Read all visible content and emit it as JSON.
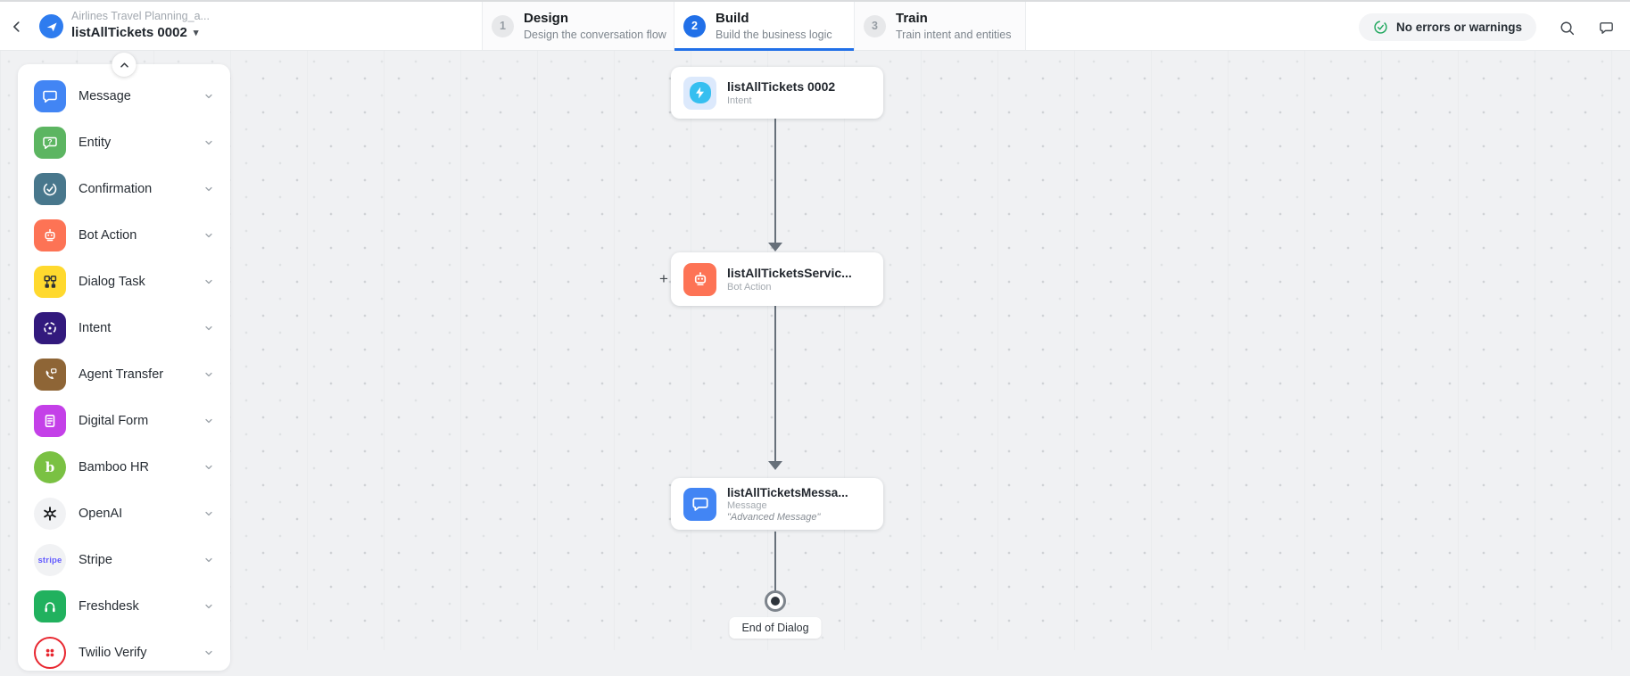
{
  "header": {
    "breadcrumb": "Airlines Travel Planning_a...",
    "title": "listAllTickets 0002",
    "status": "No errors or warnings",
    "tabs": [
      {
        "num": "1",
        "label": "Design",
        "sublabel": "Design the conversation flow",
        "active": false
      },
      {
        "num": "2",
        "label": "Build",
        "sublabel": "Build the business logic",
        "active": true
      },
      {
        "num": "3",
        "label": "Train",
        "sublabel": "Train intent and entities",
        "active": false
      }
    ]
  },
  "sidebar": {
    "items": [
      {
        "label": "Message",
        "icon": "message-icon",
        "color": "#4285F4"
      },
      {
        "label": "Entity",
        "icon": "entity-icon",
        "color": "#5CB561"
      },
      {
        "label": "Confirmation",
        "icon": "confirmation-icon",
        "color": "#48778C"
      },
      {
        "label": "Bot Action",
        "icon": "bot-action-icon",
        "color": "#FD7355"
      },
      {
        "label": "Dialog Task",
        "icon": "dialog-task-icon",
        "color": "#FFD92E"
      },
      {
        "label": "Intent",
        "icon": "intent-icon",
        "color": "#32197D"
      },
      {
        "label": "Agent Transfer",
        "icon": "agent-transfer-icon",
        "color": "#8E6536"
      },
      {
        "label": "Digital Form",
        "icon": "digital-form-icon",
        "color": "#C440E8"
      },
      {
        "label": "Bamboo HR",
        "icon": "bamboo-hr-icon",
        "color": "#7AC143"
      },
      {
        "label": "OpenAI",
        "icon": "openai-icon",
        "color": "#F1F2F4"
      },
      {
        "label": "Stripe",
        "icon": "stripe-icon",
        "color": "#F1F2F4",
        "icon_text": "stripe"
      },
      {
        "label": "Freshdesk",
        "icon": "freshdesk-icon",
        "color": "#21B15E"
      },
      {
        "label": "Twilio Verify",
        "icon": "twilio-verify-icon",
        "color": "#E8262F"
      }
    ]
  },
  "flow": {
    "plus": "+",
    "nodes": [
      {
        "title": "listAllTickets 0002",
        "type": "Intent",
        "icon": "intent-node-icon",
        "icon_bg": "#DCE9FC"
      },
      {
        "title": "listAllTicketsServic...",
        "type": "Bot Action",
        "icon": "bot-action-node-icon",
        "icon_bg": "#FD7355"
      },
      {
        "title": "listAllTicketsMessa...",
        "type": "Message",
        "icon": "message-node-icon",
        "icon_bg": "#4285F4",
        "note": "\"Advanced Message\""
      }
    ],
    "end_label": "End of Dialog"
  },
  "colors": {
    "accent_blue": "#2170E8",
    "status_green": "#1CA65B",
    "connector": "#67707A",
    "canvas_bg": "#F0F1F3"
  }
}
